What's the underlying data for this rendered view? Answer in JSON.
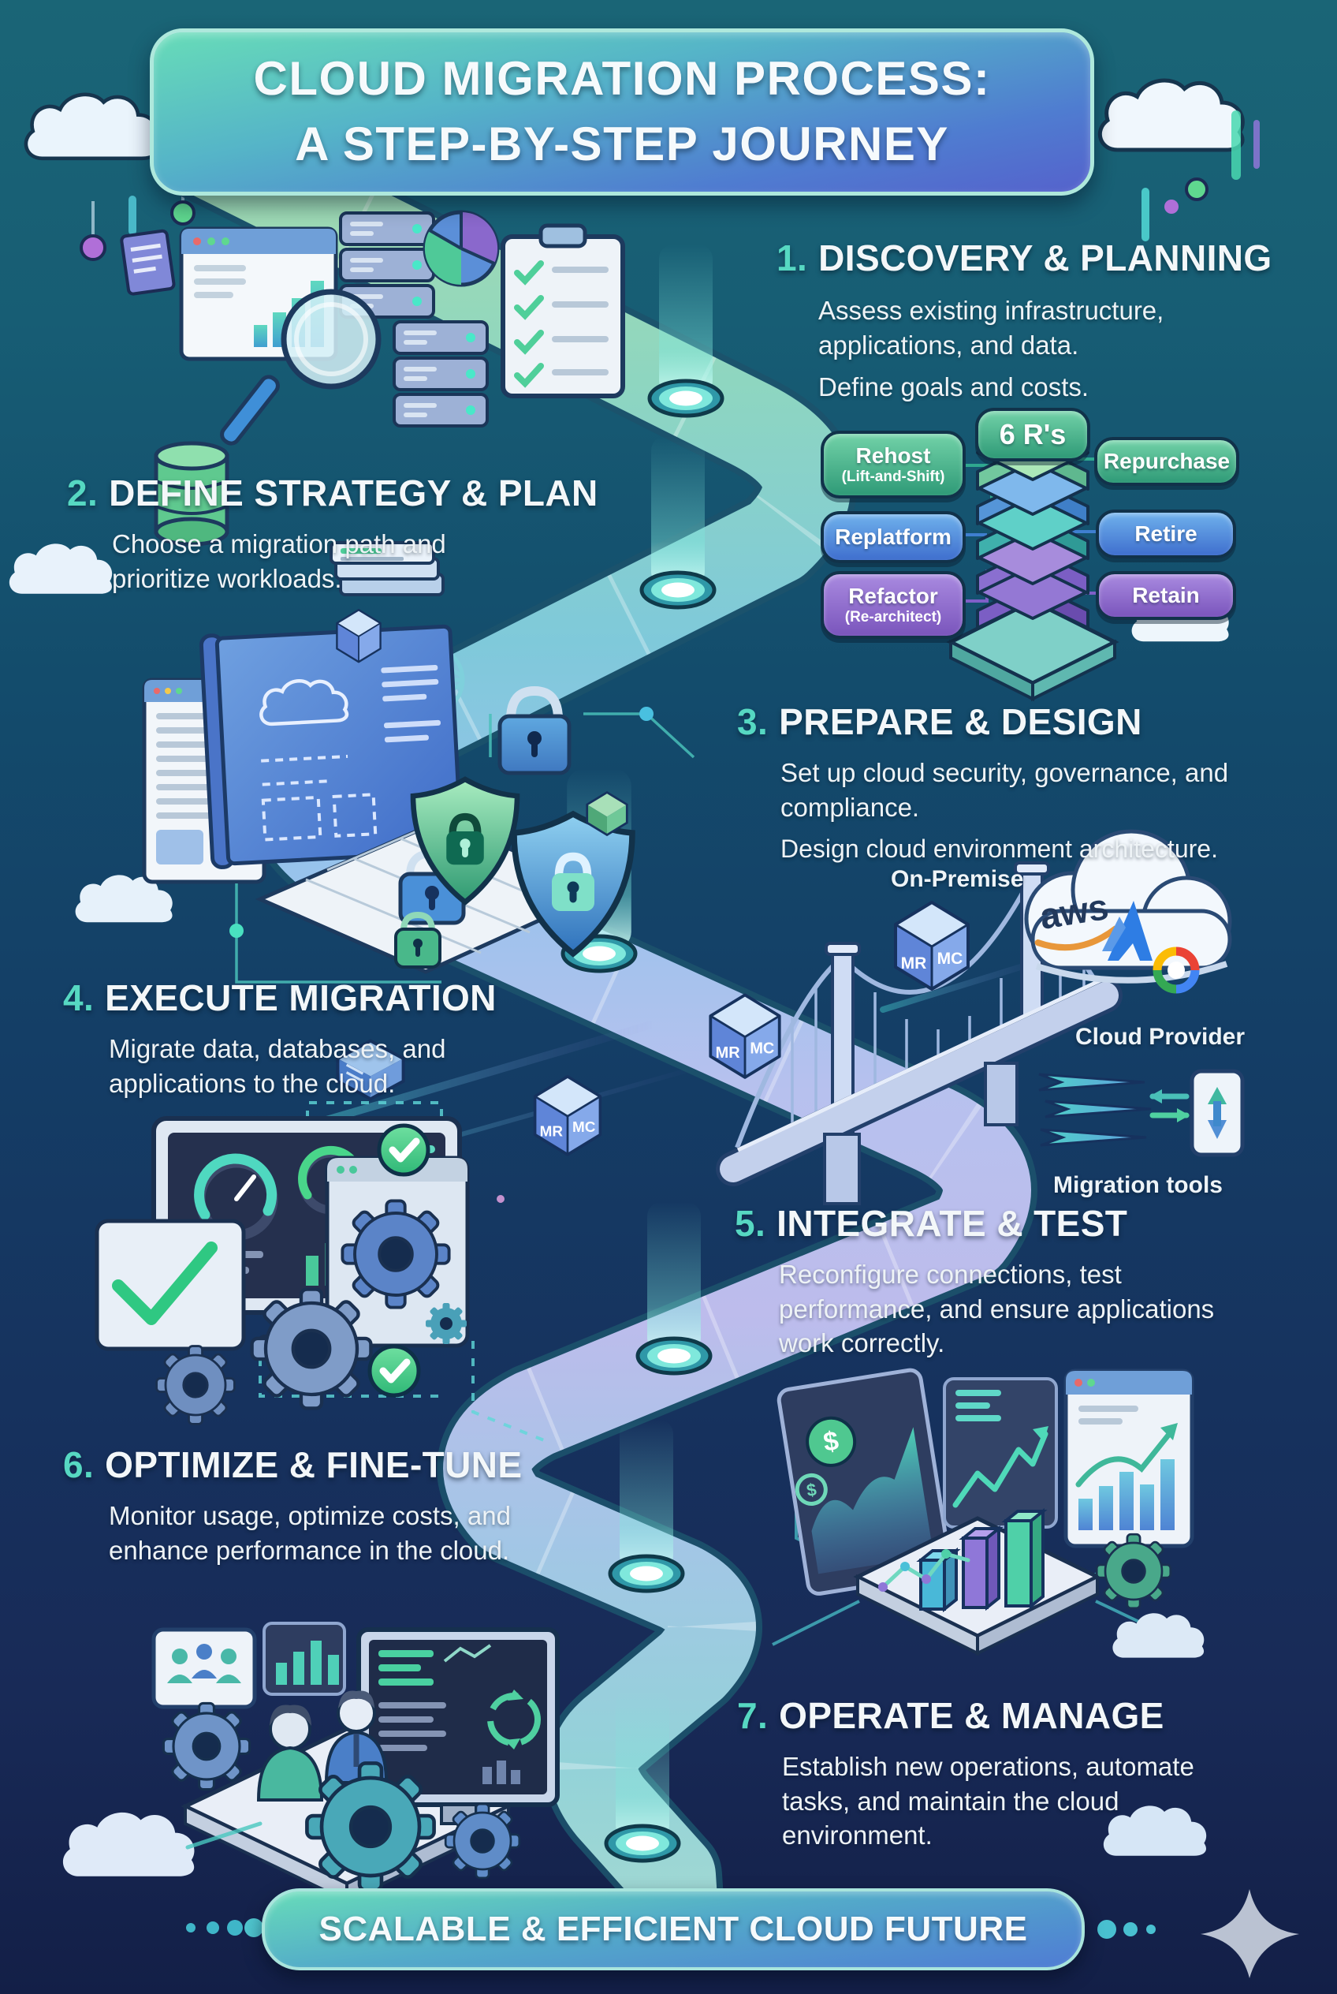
{
  "title": {
    "line1": "CLOUD MIGRATION PROCESS:",
    "line2": "A STEP-BY-STEP JOURNEY"
  },
  "steps": [
    {
      "num": "1.",
      "heading": "DISCOVERY & PLANNING",
      "p1": "Assess existing infrastructure, applications, and data.",
      "p2": "Define goals and costs."
    },
    {
      "num": "2.",
      "heading": "DEFINE STRATEGY & PLAN",
      "p1": "Choose a migration path and prioritize workloads."
    },
    {
      "num": "3.",
      "heading": "PREPARE & DESIGN",
      "p1": "Set up cloud security, governance, and compliance.",
      "p2": "Design cloud environment architecture."
    },
    {
      "num": "4.",
      "heading": "EXECUTE MIGRATION",
      "p1": "Migrate data, databases, and applications to the cloud."
    },
    {
      "num": "5.",
      "heading": "INTEGRATE & TEST",
      "p1": "Reconfigure connections, test performance, and ensure applications work correctly."
    },
    {
      "num": "6.",
      "heading": "OPTIMIZE & FINE-TUNE",
      "p1": "Monitor usage, optimize costs, and enhance performance in the cloud."
    },
    {
      "num": "7.",
      "heading": "OPERATE & MANAGE",
      "p1": "Establish new operations, automate tasks, and maintain the cloud environment."
    }
  ],
  "six_rs": {
    "title": "6 R's",
    "left": [
      {
        "label": "Rehost",
        "sublabel": "(Lift-and-Shift)",
        "color": "#2fa27d"
      },
      {
        "label": "Replatform",
        "color": "#4e86d9"
      },
      {
        "label": "Refactor",
        "sublabel": "(Re-architect)",
        "color": "#8a68cc"
      }
    ],
    "right": [
      {
        "label": "Repurchase",
        "color": "#2fa27d"
      },
      {
        "label": "Retire",
        "color": "#4e86d9"
      },
      {
        "label": "Retain",
        "color": "#8a68cc"
      }
    ]
  },
  "migration": {
    "on_premise": "On-Premise",
    "cloud_provider": "Cloud Provider",
    "migration_tools": "Migration tools",
    "aws_label": "aws",
    "cube_labels": [
      "MR",
      "MC"
    ]
  },
  "footer": {
    "banner": "SCALABLE & EFFICIENT CLOUD FUTURE"
  },
  "colors": {
    "background_top": "#1a6576",
    "background_bottom": "#15214b",
    "accent_number": "#56d8c2",
    "road_start_green": "#a6dcae",
    "road_mid_blue": "#97c3ec",
    "road_mid_purple": "#b7c1ee",
    "pill_green": "#2fa27d",
    "pill_blue": "#4e86d9",
    "pill_purple": "#8a68cc",
    "waypoint_glow": "#7fe8dc"
  }
}
